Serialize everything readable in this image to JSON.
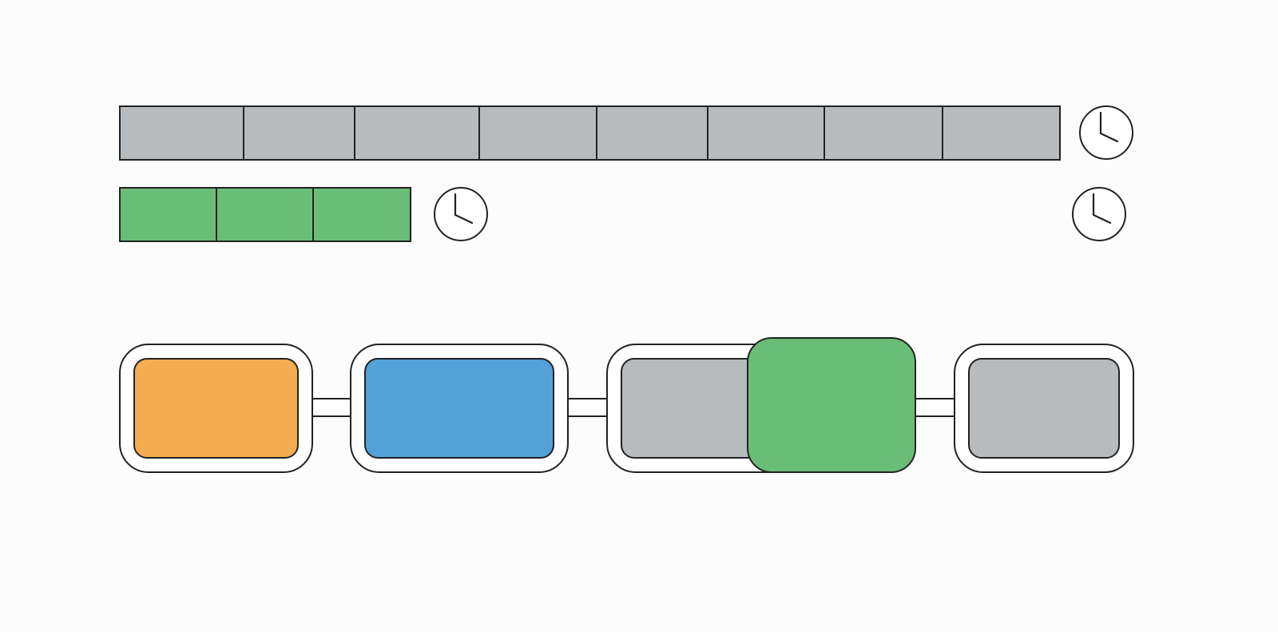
{
  "colors": {
    "background": "#fcfcfc",
    "outline": "#222222",
    "gray": "#b8bbbd",
    "green": "#6abd76",
    "orange": "#f6ac51",
    "blue": "#53a1d8",
    "connector_fill": "#ffffff"
  },
  "timeline_bars": [
    {
      "id": "gray-bar",
      "segments": 8,
      "fill_color": "gray",
      "icon": "clock-icon"
    },
    {
      "id": "green-bar",
      "segments": 3,
      "fill_color": "green",
      "icon": "clock-icon"
    }
  ],
  "standalone_icons": [
    "clock-icon"
  ],
  "pipeline": {
    "stages": [
      {
        "id": "stage-1",
        "fill_color": "orange"
      },
      {
        "id": "stage-2",
        "fill_color": "blue"
      },
      {
        "id": "stage-3",
        "fill_color": "gray"
      },
      {
        "id": "stage-4",
        "fill_color": "gray"
      }
    ],
    "overlay_block": {
      "id": "active-block",
      "fill_color": "green"
    }
  }
}
